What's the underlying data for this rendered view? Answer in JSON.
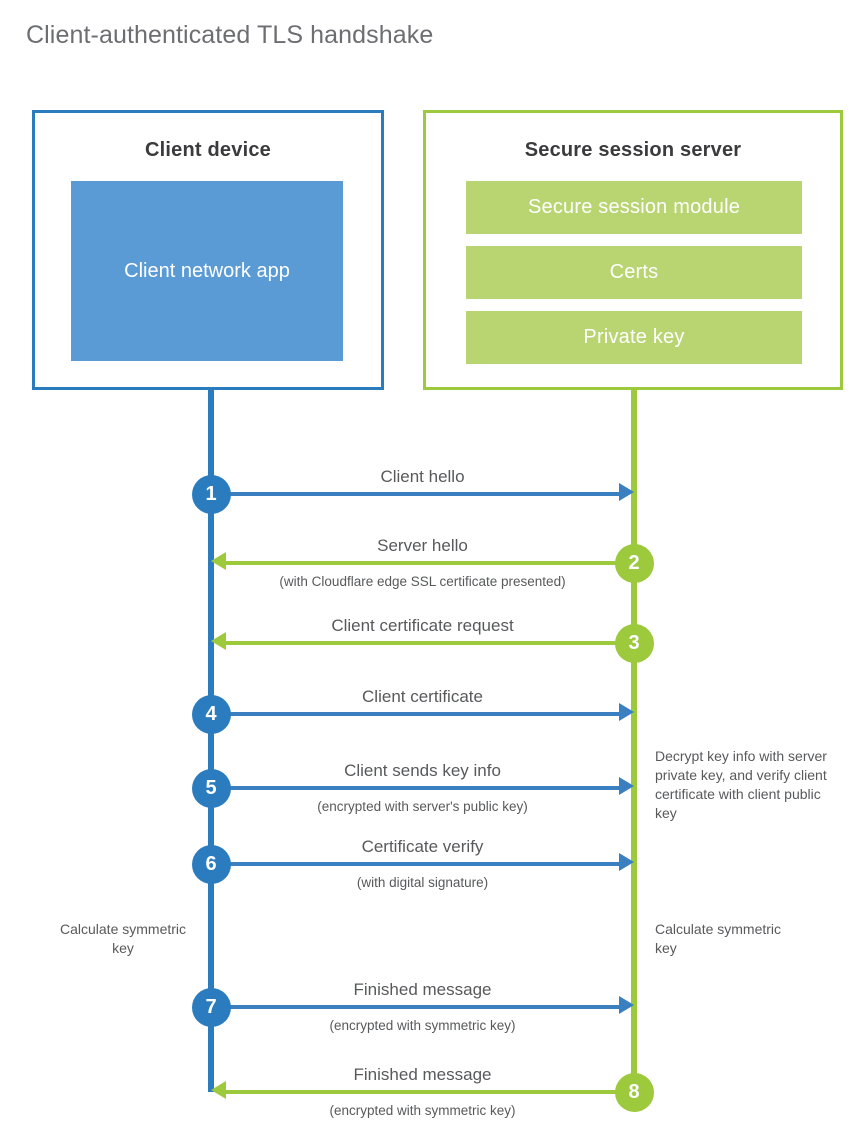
{
  "title": "Client-authenticated TLS handshake",
  "colors": {
    "blue_dark": "#2b7cbf",
    "blue_mid": "#5b9bd5",
    "blue_arrow": "#3a7fbf",
    "green_dark": "#9dc93c",
    "green_light": "#b9d572",
    "text": "#58595b",
    "title_text": "#6d6e71",
    "heading_text": "#3b3b3d"
  },
  "client": {
    "title": "Client device",
    "app_label": "Client network app"
  },
  "server": {
    "title": "Secure session server",
    "components": [
      "Secure session module",
      "Certs",
      "Private key"
    ]
  },
  "steps": [
    {
      "number": "1",
      "label": "Client hello",
      "sublabel": "",
      "direction": "right",
      "color": "blue"
    },
    {
      "number": "2",
      "label": "Server hello",
      "sublabel": "(with Cloudflare edge SSL certificate presented)",
      "direction": "left",
      "color": "green"
    },
    {
      "number": "3",
      "label": "Client certificate request",
      "sublabel": "",
      "direction": "left",
      "color": "green"
    },
    {
      "number": "4",
      "label": "Client certificate",
      "sublabel": "",
      "direction": "right",
      "color": "blue"
    },
    {
      "number": "5",
      "label": "Client sends key info",
      "sublabel": "(encrypted with server's public key)",
      "direction": "right",
      "color": "blue"
    },
    {
      "number": "6",
      "label": "Certificate verify",
      "sublabel": "(with digital signature)",
      "direction": "right",
      "color": "blue"
    },
    {
      "number": "7",
      "label": "Finished message",
      "sublabel": "(encrypted with symmetric key)",
      "direction": "right",
      "color": "blue"
    },
    {
      "number": "8",
      "label": "Finished message",
      "sublabel": "(encrypted with symmetric key)",
      "direction": "left",
      "color": "green"
    }
  ],
  "notes": {
    "server_decrypt": "Decrypt key info with server private key, and verify client certificate with client public key",
    "client_calculate": "Calculate symmetric key",
    "server_calculate": "Calculate symmetric key"
  }
}
